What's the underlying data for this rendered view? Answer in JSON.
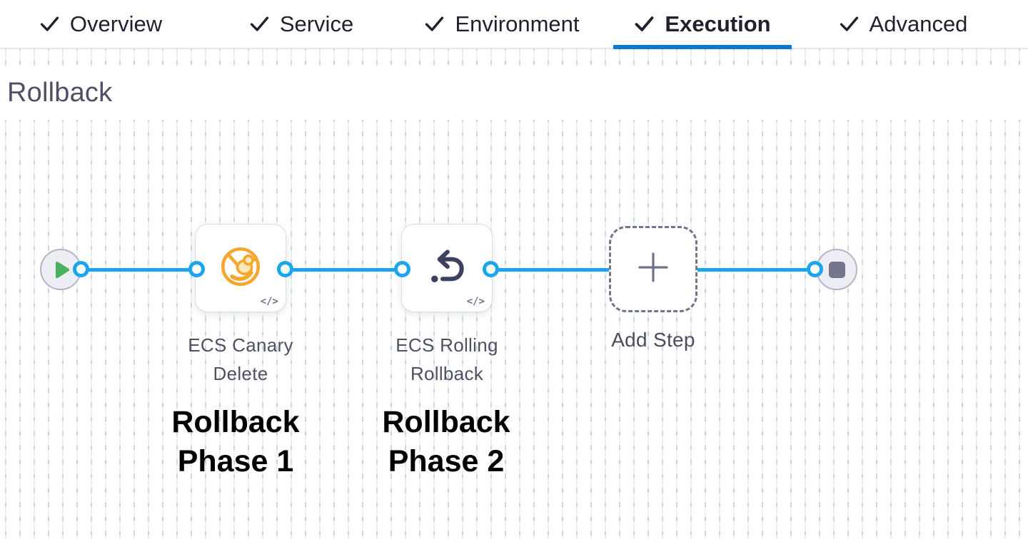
{
  "tabs": [
    {
      "label": "Overview",
      "checked": true,
      "active": false
    },
    {
      "label": "Service",
      "checked": true,
      "active": false
    },
    {
      "label": "Environment",
      "checked": true,
      "active": false
    },
    {
      "label": "Execution",
      "checked": true,
      "active": true
    },
    {
      "label": "Advanced",
      "checked": true,
      "active": false
    }
  ],
  "stage": {
    "title": "Rollback"
  },
  "canvas": {
    "start_node": "play",
    "end_node": "stop",
    "steps": [
      {
        "name": "ECS Canary Delete",
        "icon": "canary-delete-icon",
        "code_icon": "</>",
        "annotation": "Rollback Phase 1"
      },
      {
        "name": "ECS Rolling Rollback",
        "icon": "rolling-rollback-icon",
        "code_icon": "</>",
        "annotation": "Rollback Phase 2"
      }
    ],
    "add_step": {
      "label": "Add Step"
    }
  },
  "colors": {
    "accent_blue": "#0b79d1",
    "link_blue": "#1ca5ef",
    "canary_orange": "#f5a62b",
    "play_green": "#48b15c",
    "icon_slate": "#3d4160",
    "grid_dash": "#c6d7e2",
    "grid_line": "#e7f2f9"
  }
}
